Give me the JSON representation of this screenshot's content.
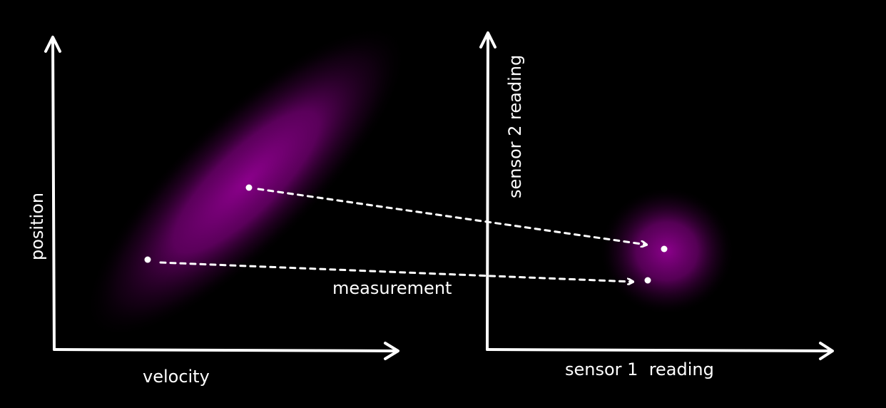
{
  "left_plot": {
    "x_axis_label": "velocity",
    "y_axis_label": "position"
  },
  "right_plot": {
    "x_axis_label": "sensor 1  reading",
    "y_axis_label": "sensor 2 reading"
  },
  "annotation": "measurement",
  "colors": {
    "background": "#000000",
    "ink": "#ffffff",
    "distribution": "#8b008b"
  }
}
